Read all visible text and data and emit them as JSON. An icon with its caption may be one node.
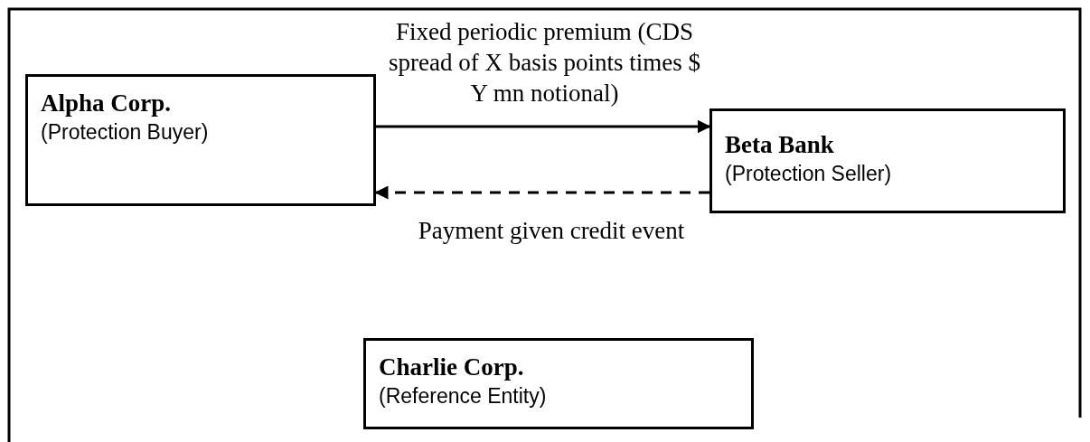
{
  "diagram": {
    "nodes": [
      {
        "text": [
          "Alpha Corp.",
          "(Protection Buyer)"
        ]
      },
      {
        "text": [
          "Beta Bank",
          "(Protection Seller)"
        ]
      },
      {
        "text": [
          "Charlie Corp.",
          "(Reference Entity)"
        ]
      }
    ],
    "edges": [
      {
        "from": 0,
        "to": 1,
        "arrow": "to",
        "label": "Fixed periodic premium (CDS spread of X basis points times $ Y mn notional)"
      },
      {
        "from": 1,
        "to": 0,
        "arrow": "to",
        "label": "Payment given credit event",
        "style": "dashed"
      }
    ]
  }
}
